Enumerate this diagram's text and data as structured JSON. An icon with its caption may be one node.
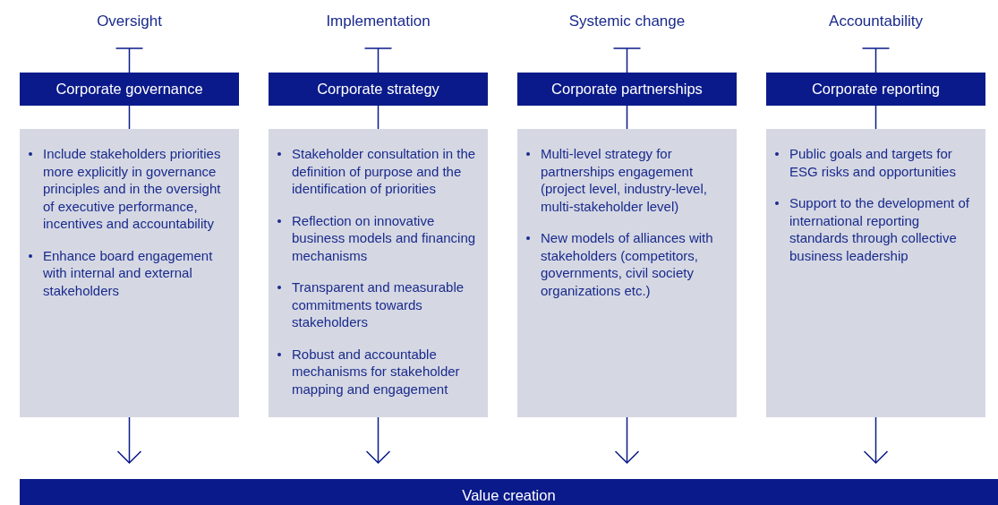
{
  "diagram": {
    "nodes": [
      {
        "text": [
          "Oversight"
        ]
      },
      {
        "text": [
          "Corporate governance"
        ]
      },
      {
        "text": [
          "Include stakeholders priorities more explicitly in governance principles and in the oversight of executive performance, incentives and accountability",
          "Enhance board engagement with internal and external stakeholders"
        ]
      },
      {
        "text": [
          "Implementation"
        ]
      },
      {
        "text": [
          "Corporate strategy"
        ]
      },
      {
        "text": [
          "Stakeholder consultation in the definition of purpose and the identification of priorities",
          "Reflection on innovative business models and financing mechanisms",
          "Transparent and measurable commitments towards stakeholders",
          "Robust and accountable mechanisms for stakeholder mapping and engagement"
        ]
      },
      {
        "text": [
          "Systemic change"
        ]
      },
      {
        "text": [
          "Corporate partnerships"
        ]
      },
      {
        "text": [
          "Multi-level strategy for partnerships engagement (project level, industry-level, multi-stakeholder level)",
          "New models of alliances with stakeholders (competitors, governments, civil society organizations etc.)"
        ]
      },
      {
        "text": [
          "Accountability"
        ]
      },
      {
        "text": [
          "Corporate reporting"
        ]
      },
      {
        "text": [
          "Public goals and targets for ESG risks and opportunities",
          "Support to the development of international reporting standards through collective business leadership"
        ]
      },
      {
        "text": [
          "Value creation"
        ]
      }
    ],
    "edges": [
      {
        "from": 0,
        "to": 1,
        "arrow": "other"
      },
      {
        "from": 1,
        "to": 2,
        "arrow": "none"
      },
      {
        "from": 2,
        "to": 12,
        "arrow": "to"
      },
      {
        "from": 3,
        "to": 4,
        "arrow": "other"
      },
      {
        "from": 4,
        "to": 5,
        "arrow": "none"
      },
      {
        "from": 5,
        "to": 12,
        "arrow": "to"
      },
      {
        "from": 6,
        "to": 7,
        "arrow": "other"
      },
      {
        "from": 7,
        "to": 8,
        "arrow": "none"
      },
      {
        "from": 8,
        "to": 12,
        "arrow": "to"
      },
      {
        "from": 9,
        "to": 10,
        "arrow": "other"
      },
      {
        "from": 10,
        "to": 11,
        "arrow": "none"
      },
      {
        "from": 11,
        "to": 12,
        "arrow": "to"
      }
    ]
  }
}
